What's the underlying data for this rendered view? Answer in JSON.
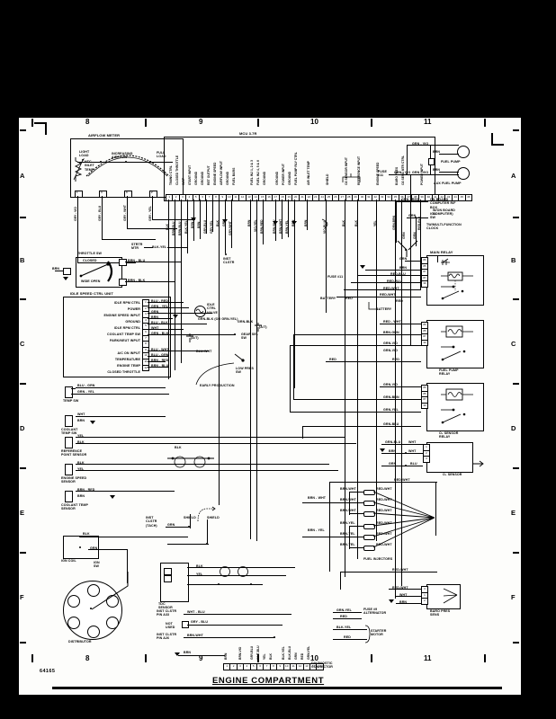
{
  "sheet": {
    "drawing_number": "64165",
    "title": "ENGINE COMPARTMENT",
    "column_numbers": [
      "8",
      "9",
      "10",
      "11"
    ],
    "row_letters": [
      "A",
      "B",
      "C",
      "D",
      "E",
      "F"
    ]
  },
  "components": {
    "airflow_meter": {
      "name": "AIRFLOW METER",
      "light_load": "LIGHT\nLOAD",
      "full_load": "FULL\nLOAD",
      "increasing_airflow": "INCREASING\nAIRFLOW",
      "ntc": "NTC\nINLET\nTEMP",
      "pins": [
        "1",
        "4",
        "3",
        "2"
      ],
      "wires": [
        "GRY - VIO",
        "GRY - BLU",
        "GRY - WHT",
        "GRY - YEL"
      ]
    },
    "ecu": {
      "name": "MCU 3.7R",
      "pin_labels": [
        "TIMING CTRL",
        "CLOSED THROTTLE",
        "WOT",
        "START INPUT",
        "GROUND",
        "GROUND",
        "RET OUTPUT",
        "ENGINE SPEED",
        "AIRFLOW INPUT",
        "GROUND",
        "FUEL BARS",
        "FUEL INJ 1, 2 & 3",
        "FUEL INJ 4, 5 & 6",
        "GROUND",
        "GROUND",
        "POWER INPUT",
        "GROUND",
        "FUEL PUMP RLY CTRL",
        "AIR INLET TEMP",
        "SHIELD",
        "O2 SENSOR INPUT",
        "REFERENCE INPUT",
        "ENGINE SPEED",
        "BARO PRES",
        "O2 SENS MTR CTRL",
        "POWER INPUT"
      ],
      "wire_labels": [
        "BLK",
        "BRN-BLU",
        "BRN-BLU",
        "BLK-YEL",
        "BRN",
        "BRN",
        "GRY-BLU",
        "GRY-YEL",
        "BLK",
        "GRN",
        "GRY-WHT",
        "BRN",
        "VIO-YEL",
        "BRN-RED",
        "BRN-BLU",
        "BRN-WHT",
        "BRN-YEL",
        "BRN",
        "BRN",
        "VIO-BLU",
        "RED",
        "BRN-GRN",
        "GRY-VIO",
        "BLK",
        "BLK",
        "GRY",
        "BLK",
        "YEL",
        "VIO",
        "GRN-BRN",
        "RED-BLU"
      ]
    },
    "throttle_sw": {
      "name": "THROTTLE SW",
      "closed": "CLOSED",
      "wide_open": "WIDE OPEN",
      "wires": [
        "BRN",
        "BRN - BLU",
        "BRN - BLK"
      ]
    },
    "starter_note": {
      "label": "STRTR\nMTR",
      "wire": "BLK-YEL"
    },
    "idle_speed_ctrl_unit": {
      "name": "IDLE SPEED CTRL UNIT",
      "pin_labels": [
        "IDLE RPM CTRL",
        "POWER",
        "ENGINE SPEED INPUT",
        "GROUND",
        "IDLE RPM CTRL",
        "COOLANT TEMP SW",
        "PARK/NEUT INPUT",
        "",
        "A/C ON INPUT",
        "TEMPERATURE",
        "ENGINE TEMP",
        "CLOSED THROTTLE"
      ],
      "pin_numbers": [
        "1",
        "2",
        "3",
        "4",
        "5",
        "6",
        "7",
        "8",
        "9",
        "10",
        "11",
        "12"
      ],
      "wires": [
        "BLU - RED",
        "GRN - YEL",
        "GRN",
        "BRN",
        "BLU - BLK",
        "WHT",
        "GRN - BLK",
        "",
        "BLU - WHT",
        "BLU - GRN",
        "BRN - RED",
        "BRN - BLU"
      ]
    },
    "idle_ctrl_valve": {
      "name": "IDLE\nCTRL\nVALVE",
      "wire": "GRN-BLK (OR GRN-YEL)",
      "wire2": "BLU-WHT"
    },
    "inst_clstr_top": {
      "name": "INST\nCLSTR"
    },
    "gear_sel_sw": {
      "name": "GEAR SEL\nSW",
      "wire": "GRN-BLK",
      "note": "(A/T)"
    },
    "temp_sw": {
      "name": "TEMP\nSW",
      "wires": [
        "BLU - GRN",
        "GRN - YEL"
      ]
    },
    "coolant_temp_sw": {
      "name": "COOLANT\nTEMP SW",
      "wires": [
        "WHT",
        "BRN"
      ]
    },
    "low_pres_sw": {
      "name": "LOW PRES\nSW",
      "note": "EARLY PRODUCTION"
    },
    "reference_point_sensor": {
      "name": "REFERENCE\nPOINT SENSOR",
      "wires": [
        "YEL",
        "BLK"
      ]
    },
    "engine_speed_sensor": {
      "name": "ENGINE SPEED\nSENSOR",
      "wires": [
        "BLK",
        "YEL"
      ]
    },
    "coolant_temp_sensor": {
      "name": "COOLANT\nTEMP SENSOR",
      "wires": [
        "BRN - RED",
        "BRN"
      ]
    },
    "inst_clstr_tach": {
      "name": "INST\nCLSTR\n(TACH)",
      "wire": "GRN"
    },
    "shield": {
      "label1": "SHIELD",
      "label2": "SHIELD"
    },
    "ign_coil": {
      "name": "IGN COIL",
      "wires": [
        "BLK",
        "GRN"
      ],
      "ign_sw": "IGN\nSW"
    },
    "distributor": {
      "name": "DISTRIBUTOR"
    },
    "tdc_sensor": {
      "name": "TDC\nSENSOR",
      "wires": [
        "BLK",
        "YEL"
      ]
    },
    "inst_clstr_a33": {
      "name": "INST CLSTR\nPIN A33",
      "wire": "WHT - BLU"
    },
    "not_used": {
      "name": "NOT\nUSED",
      "wire": "GRY - BLU"
    },
    "inst_clstr_a26": {
      "name": "INST CLSTR\nPIN A26",
      "wire": "BRN-WHT"
    },
    "diagnostic_connector": {
      "name": "DIAGNOSTIC\nCONNECTOR",
      "pins": [
        "1",
        "2",
        "3",
        "4",
        "5",
        "6",
        "7",
        "8",
        "9",
        "10",
        "11",
        "12",
        "13",
        "14",
        "15"
      ],
      "wire_labels": [
        "BRN",
        "BRN-VIO",
        "GRY-BLU",
        "WHT-BLU",
        "YEL",
        "BLK",
        "BLK-YEL",
        "BLK-BLU",
        "GRN",
        "RED",
        "GRN-YEL"
      ]
    },
    "fuel_pump": {
      "name": "FUEL PUMP",
      "wires": [
        "GRN - VIO",
        "BRN"
      ]
    },
    "aux_fuel_pump": {
      "name": "AUX FUEL PUMP",
      "wires": [
        "GRN - VIO",
        "BRN"
      ]
    },
    "fuse_11_top": {
      "name": "FUSE\n#11",
      "wire": "GRN - VIO"
    },
    "on_board_computer": {
      "name": "ON BOARD\nCOMPUTER\nR/F BOX",
      "wire": "GRN - RED"
    },
    "ign_sw_clock": {
      "name": "IGN\nSW",
      "wire": "GRN"
    },
    "multi_function_clock": {
      "name": "TW/MULTI-FUNCTION\nCLOCK"
    },
    "w_on_board_computer": {
      "name": "W/ON BOARD\nCOMPUTER)",
      "wire": "GRN"
    },
    "main_relay": {
      "name": "MAIN RELAY",
      "pins": [
        "86",
        "85",
        "87",
        "87b",
        "30"
      ],
      "wires": [
        "GRN",
        "BRN",
        "RED-BLU",
        "RED-BLU",
        "RED-WHT",
        "RED-WHT",
        "RED"
      ]
    },
    "battery_1": {
      "name": "BATTERY"
    },
    "fuel_pump_relay": {
      "name": "FUEL PUMP\nRELAY",
      "pins": [
        "86",
        "85",
        "87",
        "30"
      ],
      "wires": [
        "RED - WHT",
        "BRN-GRN",
        "GRN-VIO",
        "GRN-VIO",
        "RED",
        "RED"
      ]
    },
    "o2_sensor_relay": {
      "name": "O₂ SENSOR\nRELAY",
      "pins": [
        "86",
        "85",
        "87",
        "30"
      ],
      "wires": [
        "GRN-VIO",
        "GRN-BRN",
        "GRN-YEL",
        "GRN-BLU"
      ]
    },
    "o2_sensor": {
      "name": "O₂ SENSOR",
      "wires": [
        "GRN-BLU",
        "WHT",
        "BRN",
        "WHT",
        "GRN",
        "BLU"
      ]
    },
    "fuel_injectors": {
      "name": "FUEL INJECTORS",
      "left_wires": [
        "BRN-WHT",
        "BRN-WHT",
        "BRN-WHT",
        "BRN-YEL",
        "BRN-YEL",
        "BRN-YEL"
      ],
      "right_wires": [
        "RED-WHT",
        "RED-WHT",
        "RED-WHT",
        "RED-WHT",
        "RED-WHT",
        "RED-WHT"
      ],
      "feed_left": [
        "BRN - WHT",
        "BRN - YEL"
      ],
      "feed_top": "RED-WHT"
    },
    "baro_pres_sens": {
      "name": "BARO\nPRES SENS",
      "wires": [
        "RED-WHT",
        "WHT",
        "BRN"
      ],
      "pins": [
        "3",
        "1",
        "2"
      ]
    },
    "fuse_9_alternator": {
      "name": "FUSE #9\nALTERNATOR",
      "wires": [
        "GRN-YEL",
        "RED"
      ]
    },
    "starter_motor": {
      "name": "STARTER\nMOTOR",
      "wires": [
        "BLK-YEL",
        "RED"
      ]
    },
    "fuse_11_battery": {
      "fuse": "FUSE #11",
      "battery": "BATTERY",
      "wire": "RED"
    }
  }
}
